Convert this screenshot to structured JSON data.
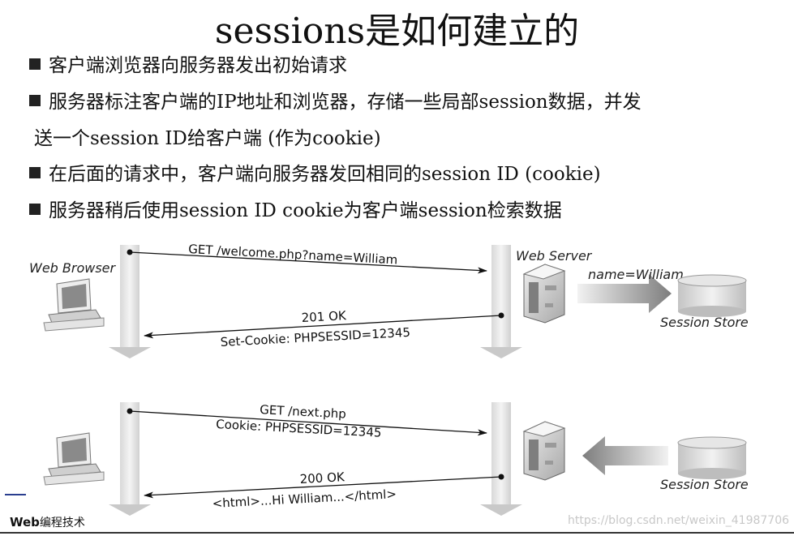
{
  "title": "sessions是如何建立的",
  "bullets": [
    "客户端浏览器向服务器发出初始请求",
    "服务器标注客户端的IP地址和浏览器，存储一些局部session数据，并发",
    "在后面的请求中，客户端向服务器发回相同的session ID (cookie)",
    "服务器稍后使用session ID cookie为客户端session检索数据"
  ],
  "bullet2_cont": "送一个session ID给客户端 (作为cookie)",
  "diagram": {
    "browser_label": "Web Browser",
    "server_label": "Web Server",
    "store_label_top": "Session Store",
    "store_label_bottom": "Session Store",
    "data_arrow_label": "name=William",
    "msg1": "GET /welcome.php?name=William",
    "msg2a": "201 OK",
    "msg2b": "Set-Cookie: PHPSESSID=12345",
    "msg3a": "GET /next.php",
    "msg3b": "Cookie: PHPSESSID=12345",
    "msg4a": "200 OK",
    "msg4b": "<html>...Hi William...</html>"
  },
  "footer": {
    "logo_a": "Web",
    "logo_b": "编程技术",
    "watermark": "https://blog.csdn.net/weixin_41987706"
  }
}
